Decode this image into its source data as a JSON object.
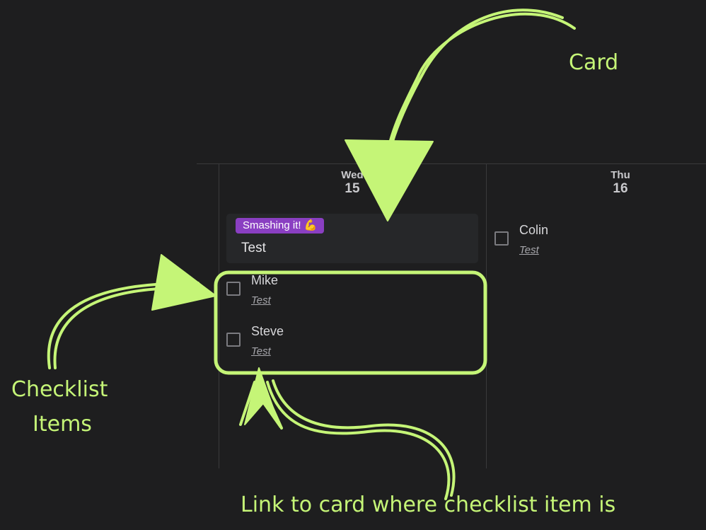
{
  "calendar": {
    "days": [
      {
        "name": "Wed",
        "number": "15"
      },
      {
        "name": "Thu",
        "number": "16"
      }
    ]
  },
  "card": {
    "label": "Smashing it! 💪",
    "label_color": "#8a3fc2",
    "title": "Test"
  },
  "checklist_wed": [
    {
      "name": "Mike",
      "link": "Test"
    },
    {
      "name": "Steve",
      "link": "Test"
    }
  ],
  "checklist_thu": [
    {
      "name": "Colin",
      "link": "Test"
    }
  ],
  "annotations": {
    "card": "Card",
    "checklist_line1": "Checklist",
    "checklist_line2": "Items",
    "link": "Link to card where checklist item is",
    "color": "#c5f577"
  }
}
